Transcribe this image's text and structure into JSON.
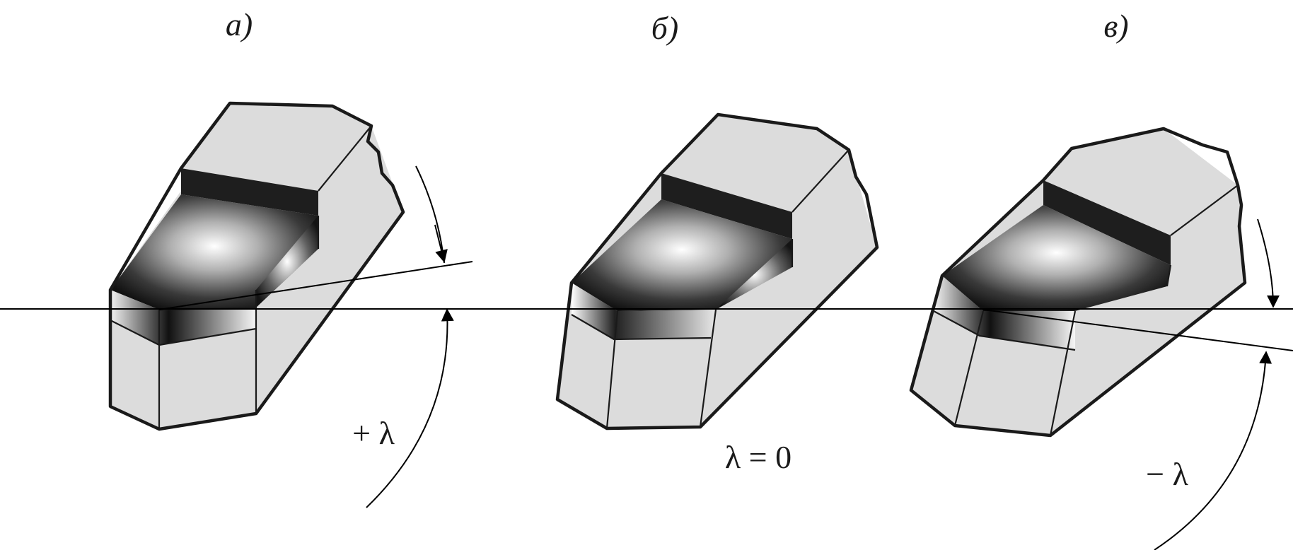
{
  "panels": [
    {
      "label": "а)",
      "angle_label": "+ λ",
      "edge_inclination": "positive"
    },
    {
      "label": "б)",
      "angle_label": "λ = 0",
      "edge_inclination": "zero"
    },
    {
      "label": "в)",
      "angle_label": "− λ",
      "edge_inclination": "negative"
    }
  ],
  "colors": {
    "body": "#dcdcdc",
    "chip_band": "#1e1e1e",
    "outline": "#1a1a1a",
    "background": "#ffffff"
  }
}
